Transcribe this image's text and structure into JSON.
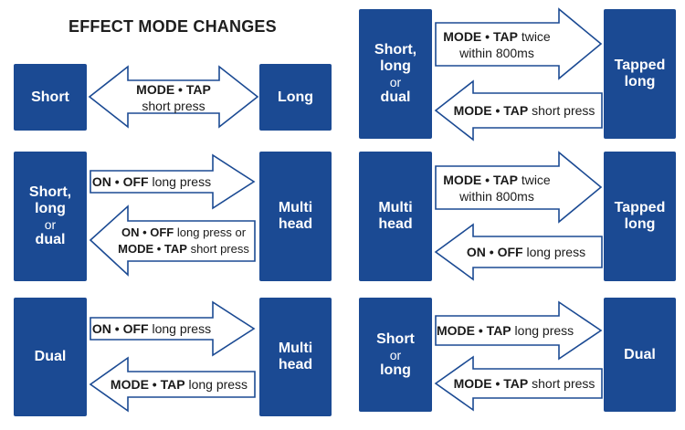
{
  "title": "EFFECT MODE CHANGES",
  "boxes": {
    "p1_left": "Short",
    "p1_right": "Long",
    "p2_left_a": "Short,",
    "p2_left_b": "long",
    "p2_left_c": "or",
    "p2_left_d": "dual",
    "p2_right_a": "Multi",
    "p2_right_b": "head",
    "p3_left": "Dual",
    "p3_right_a": "Multi",
    "p3_right_b": "head",
    "p4_left_a": "Short,",
    "p4_left_b": "long",
    "p4_left_c": "or",
    "p4_left_d": "dual",
    "p4_right_a": "Tapped",
    "p4_right_b": "long",
    "p5_left_a": "Multi",
    "p5_left_b": "head",
    "p5_right_a": "Tapped",
    "p5_right_b": "long",
    "p6_left_a": "Short",
    "p6_left_b": "or",
    "p6_left_c": "long",
    "p6_right": "Dual"
  },
  "labels": {
    "p1_mode_tap": "MODE • TAP",
    "p1_short_press": "short press",
    "p2_fwd_on_off": "ON • OFF",
    "p2_fwd_long_press": "long press",
    "p2_back_on_off": "ON • OFF",
    "p2_back_long_press_or": "long press or",
    "p2_back_mode_tap": "MODE • TAP",
    "p2_back_short_press": "short press",
    "p3_fwd_on_off": "ON • OFF",
    "p3_fwd_long_press": "long press",
    "p3_back_mode_tap": "MODE • TAP",
    "p3_back_long_press": "long press",
    "p4_fwd_mode_tap": "MODE • TAP",
    "p4_fwd_twice": "twice",
    "p4_fwd_within": "within 800ms",
    "p4_back_mode_tap": "MODE • TAP",
    "p4_back_short_press": "short press",
    "p5_fwd_mode_tap": "MODE • TAP",
    "p5_fwd_twice": "twice",
    "p5_fwd_within": "within 800ms",
    "p5_back_on_off": "ON • OFF",
    "p5_back_long_press": "long press",
    "p6_fwd_mode_tap": "MODE • TAP",
    "p6_fwd_long_press": "long press",
    "p6_back_mode_tap": "MODE • TAP",
    "p6_back_short_press": "short press"
  },
  "colors": {
    "box_fill": "#1b4a93",
    "box_text": "#ffffff",
    "arrow_outline": "#1b4a93",
    "arrow_fill": "#ffffff",
    "label_text": "#1a1a1a"
  }
}
